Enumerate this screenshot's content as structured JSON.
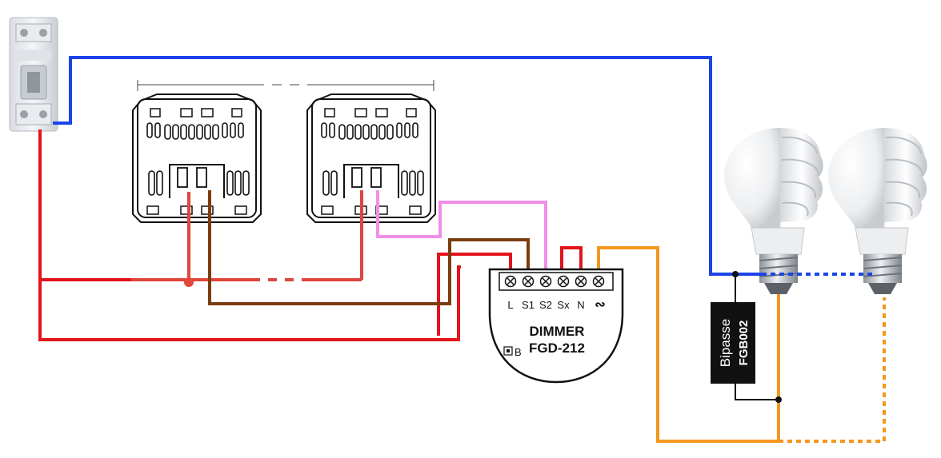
{
  "colors": {
    "neutral": "#1a44e8",
    "live": "#e3131b",
    "live_light": "#e0463c",
    "traveler_brown": "#7b3d10",
    "traveler_pink": "#f08ee8",
    "lamp": "#f5961e",
    "bypass_bg": "#111111"
  },
  "dimmer": {
    "title": "DIMMER",
    "model": "FGD-212",
    "button_label": "B",
    "terminals": [
      "L",
      "S1",
      "S2",
      "Sx",
      "N",
      "∾"
    ]
  },
  "bypass": {
    "title": "Bipasse",
    "model": "FGB002"
  },
  "icons": {
    "breaker": "circuit-breaker-icon",
    "switch": "wall-switch-icon",
    "bulb": "light-bulb-icon"
  }
}
